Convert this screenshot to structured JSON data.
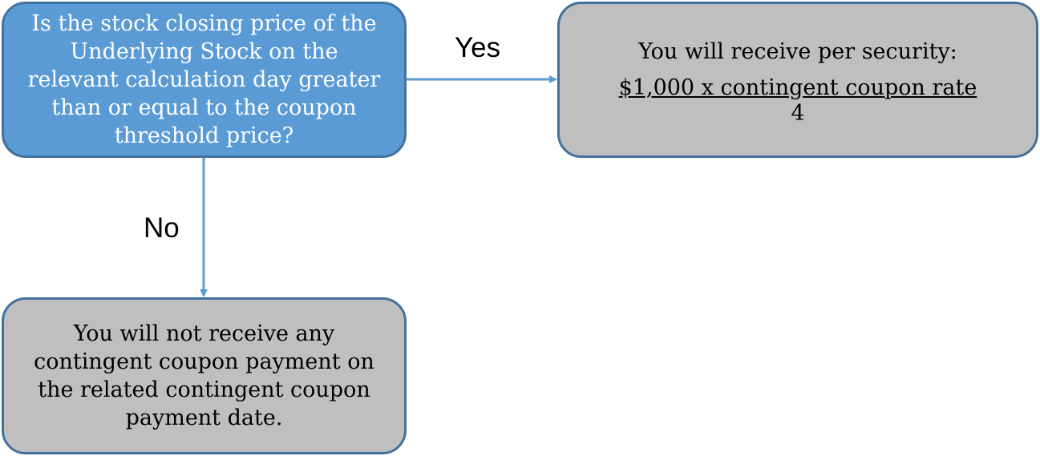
{
  "decision": {
    "text": "Is the stock closing price of the Underlying Stock on the relevant calculation day greater than or equal to the coupon threshold price?"
  },
  "edges": {
    "yes_label": "Yes",
    "no_label": "No"
  },
  "yes_result": {
    "heading": "You will receive per security:",
    "formula_numerator": "$1,000 x contingent coupon rate",
    "formula_denominator": "4"
  },
  "no_result": {
    "text": "You will not receive any contingent coupon payment on the related contingent coupon payment date."
  },
  "colors": {
    "decision_fill": "#5b9bd5",
    "result_fill": "#bfbfbf",
    "border": "#41719c",
    "connector": "#5b9bd5"
  }
}
